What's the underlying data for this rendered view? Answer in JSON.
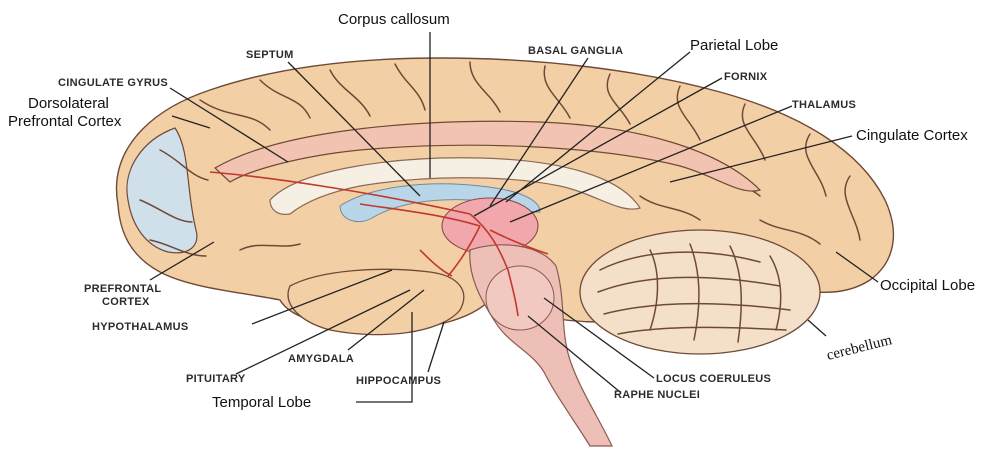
{
  "labels": {
    "corpus_callosum": "Corpus callosum",
    "septum": "SEPTUM",
    "basal_ganglia": "BASAL GANGLIA",
    "parietal_lobe": "Parietal Lobe",
    "fornix": "FORNIX",
    "thalamus": "THALAMUS",
    "cingulate_cortex": "Cingulate Cortex",
    "cingulate_gyrus": "CINGULATE GYRUS",
    "dorsolateral_line1": "Dorsolateral",
    "dorsolateral_line2": "Prefrontal Cortex",
    "prefrontal_line1": "PREFRONTAL",
    "prefrontal_line2": "CORTEX",
    "hypothalamus": "HYPOTHALAMUS",
    "amygdala": "AMYGDALA",
    "pituitary": "PITUITARY",
    "hippocampus": "HIPPOCAMPUS",
    "temporal_lobe": "Temporal Lobe",
    "occipital_lobe": "Occipital Lobe",
    "cerebellum": "cerebellum",
    "locus_coeruleus": "LOCUS COERULEUS",
    "raphe_nuclei": "RAPHE NUCLEI"
  },
  "colors": {
    "cortex": "#f3cfa6",
    "cortex_outline": "#6e4a36",
    "corpus_callosum": "#f6efe4",
    "ventricle": "#b9d6e8",
    "thalamus": "#f1a7ac",
    "brainstem": "#eebfb7",
    "cerebellum": "#f4dfc8",
    "pathways": "#c0392b",
    "prefrontal_tint": "#cfe0ea"
  }
}
